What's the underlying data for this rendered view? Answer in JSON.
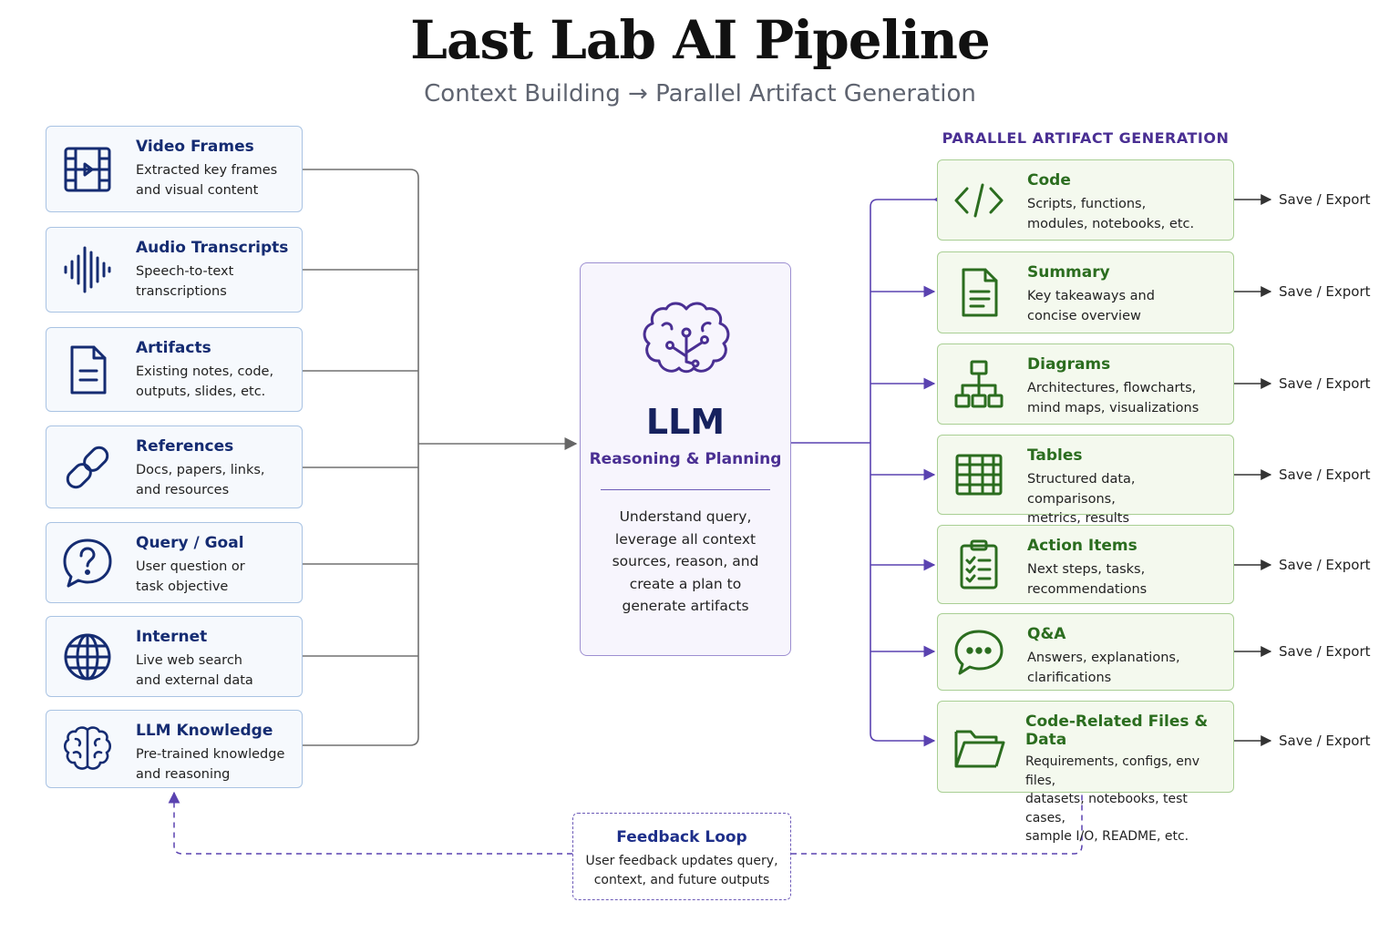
{
  "header": {
    "title": "Last Lab AI Pipeline",
    "subtitle": "Context Building → Parallel Artifact Generation"
  },
  "sources": [
    {
      "name": "Video Frames",
      "desc": [
        "Extracted key frames",
        "and visual content"
      ],
      "icon": "film-icon"
    },
    {
      "name": "Audio Transcripts",
      "desc": [
        "Speech-to-text",
        "transcriptions"
      ],
      "icon": "waveform-icon"
    },
    {
      "name": "Artifacts",
      "desc": [
        "Existing notes, code,",
        "outputs, slides, etc."
      ],
      "icon": "document-icon"
    },
    {
      "name": "References",
      "desc": [
        "Docs, papers, links,",
        "and resources"
      ],
      "icon": "link-icon"
    },
    {
      "name": "Query / Goal",
      "desc": [
        "User question or",
        "task objective"
      ],
      "icon": "question-icon"
    },
    {
      "name": "Internet",
      "desc": [
        "Live web search",
        "and external data"
      ],
      "icon": "globe-icon"
    },
    {
      "name": "LLM Knowledge",
      "desc": [
        "Pre-trained knowledge",
        "and reasoning"
      ],
      "icon": "brain-icon"
    }
  ],
  "llm": {
    "title": "LLM",
    "subtitle": "Reasoning & Planning",
    "desc": [
      "Understand query,",
      "leverage all context",
      "sources, reason, and",
      "create a plan to",
      "generate artifacts"
    ],
    "icon": "ai-brain-icon"
  },
  "outputs_heading": "PARALLEL ARTIFACT GENERATION",
  "outputs": [
    {
      "name": "Code",
      "desc": [
        "Scripts, functions,",
        "modules, notebooks, etc."
      ],
      "icon": "code-icon"
    },
    {
      "name": "Summary",
      "desc": [
        "Key takeaways and",
        "concise overview"
      ],
      "icon": "summary-document-icon"
    },
    {
      "name": "Diagrams",
      "desc": [
        "Architectures, flowcharts,",
        "mind maps, visualizations"
      ],
      "icon": "hierarchy-icon"
    },
    {
      "name": "Tables",
      "desc": [
        "Structured data, comparisons,",
        "metrics, results"
      ],
      "icon": "table-icon"
    },
    {
      "name": "Action Items",
      "desc": [
        "Next steps, tasks,",
        "recommendations"
      ],
      "icon": "clipboard-checklist-icon"
    },
    {
      "name": "Q&A",
      "desc": [
        "Answers, explanations,",
        "clarifications"
      ],
      "icon": "chat-bubble-icon"
    },
    {
      "name": "Code-Related Files & Data",
      "desc": [
        "Requirements, configs, env files,",
        "datasets, notebooks, test cases,",
        "sample I/O, README, etc."
      ],
      "icon": "folder-icon"
    }
  ],
  "save_label": "Save / Export",
  "feedback": {
    "title": "Feedback Loop",
    "desc": [
      "User feedback updates query,",
      "context, and future outputs"
    ]
  },
  "colors": {
    "source_accent": "#152c72",
    "source_border": "#a9c3e3",
    "output_accent": "#2b6d1f",
    "output_border": "#a9cf94",
    "llm_accent": "#4a2f93",
    "connector": "#555555",
    "arrow_purple": "#5a42b0"
  }
}
